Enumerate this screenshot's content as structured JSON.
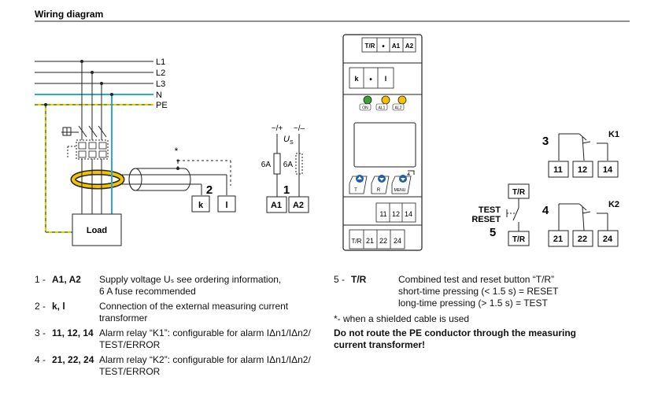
{
  "title": "Wiring diagram",
  "lines": [
    "L1",
    "L2",
    "L3",
    "N",
    "PE"
  ],
  "asterisk": "*",
  "callouts": {
    "c1": "1",
    "c2": "2",
    "c3": "3",
    "c4": "4",
    "c5": "5"
  },
  "load_label": "Load",
  "ct_terminals": [
    "k",
    "l"
  ],
  "supply": {
    "plus": "~/+",
    "minus": "~/–",
    "us": "U",
    "us_sub": "S",
    "fuse_a": "6A",
    "fuse_b": "6A",
    "terminals": [
      "A1",
      "A2"
    ]
  },
  "device": {
    "top_terminals": [
      "T/R",
      "•",
      "A1",
      "A2"
    ],
    "ct_terminals": [
      "k",
      "•",
      "l"
    ],
    "leds": [
      "ON",
      "AL1",
      "AL2"
    ],
    "buttons": [
      "T",
      "R",
      "MENU"
    ],
    "relay_terminals": [
      "11",
      "12",
      "14"
    ],
    "bottom_terminals": [
      "T/R",
      "21",
      "22",
      "24"
    ]
  },
  "test_reset": {
    "test": "TEST",
    "reset": "RESET",
    "terminal_top": "T/R",
    "terminal_bottom": "T/R"
  },
  "k1": {
    "name": "K1",
    "terminals": [
      "11",
      "12",
      "14"
    ]
  },
  "k2": {
    "name": "K2",
    "terminals": [
      "21",
      "22",
      "24"
    ]
  },
  "legend": {
    "l1": {
      "num": "1 -",
      "key": "A1, A2",
      "desc1": "Supply voltage Uₛ see ordering information,",
      "desc2": "6 A fuse recommended"
    },
    "l2": {
      "num": "2 -",
      "key": "k, l",
      "desc1": "Connection of the external measuring current",
      "desc2": "transformer"
    },
    "l3": {
      "num": "3 -",
      "key": "11, 12, 14",
      "desc1": "Alarm relay “K1”: configurable for alarm IΔn1/IΔn2/",
      "desc2": "TEST/ERROR"
    },
    "l4": {
      "num": "4 -",
      "key": "21, 22, 24",
      "desc1": "Alarm relay “K2”: configurable for alarm IΔn1/IΔn2/",
      "desc2": "TEST/ERROR"
    },
    "l5": {
      "num": "5 -",
      "key": "T/R",
      "desc1": "Combined test and reset button “T/R”",
      "desc2": "short-time pressing (< 1.5 s) = RESET",
      "desc3": "long-time pressing (> 1.5 s) = TEST"
    },
    "note": "*- when a shielded cable is used",
    "warning1": "Do not route the PE conductor through the measuring",
    "warning2": "current transformer!"
  },
  "colors": {
    "neutral": "#29a9e0",
    "pe_yellow": "#f2c200",
    "pe_green": "#6aa33c",
    "led_green": "#3aa335",
    "led_yellow": "#f2c200",
    "button_blue": "#1f5fa8",
    "ct_yellow": "#f2c200"
  }
}
